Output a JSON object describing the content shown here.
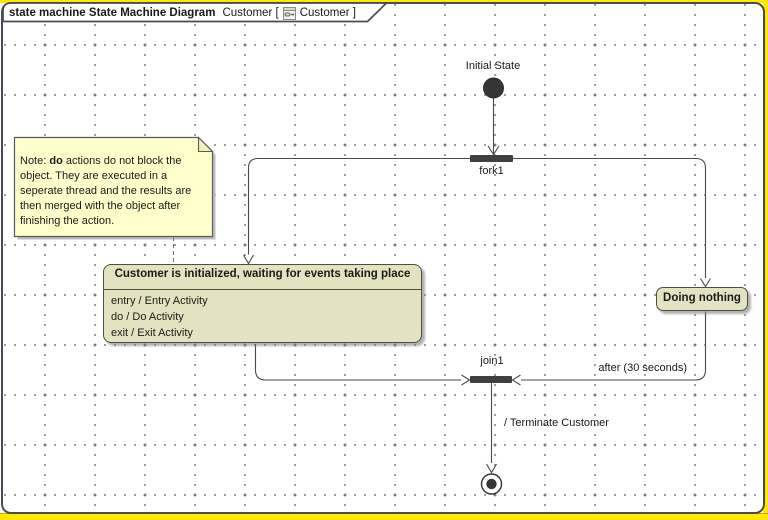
{
  "frame": {
    "title_bold": "state machine State Machine Diagram",
    "context_left": "Customer [",
    "context_right": "Customer ]"
  },
  "diagram": {
    "initial_state_label": "Initial State",
    "fork_label": "fork1",
    "join_label": "join1",
    "note": {
      "prefix": "Note: ",
      "bold": "do",
      "body": " actions do not block the object. They are executed in a seperate thread and the results are then merged with the object after finishing the action."
    },
    "main_state": {
      "title": "Customer is initialized, waiting for events taking place",
      "activities": [
        "entry / Entry Activity",
        "do / Do Activity",
        "exit / Exit Activity"
      ]
    },
    "doing_nothing_state": {
      "title": "Doing nothing"
    },
    "transitions": {
      "after": "after (30 seconds)",
      "terminate": "/ Terminate Customer"
    }
  },
  "colors": {
    "state_fill": "#e3e3c1",
    "note_fill": "#ffffcc",
    "window_background": "#ffe900",
    "frame_border": "#4b4b57",
    "line": "#4a4a4a",
    "bar_fill": "#3f3f3f"
  }
}
